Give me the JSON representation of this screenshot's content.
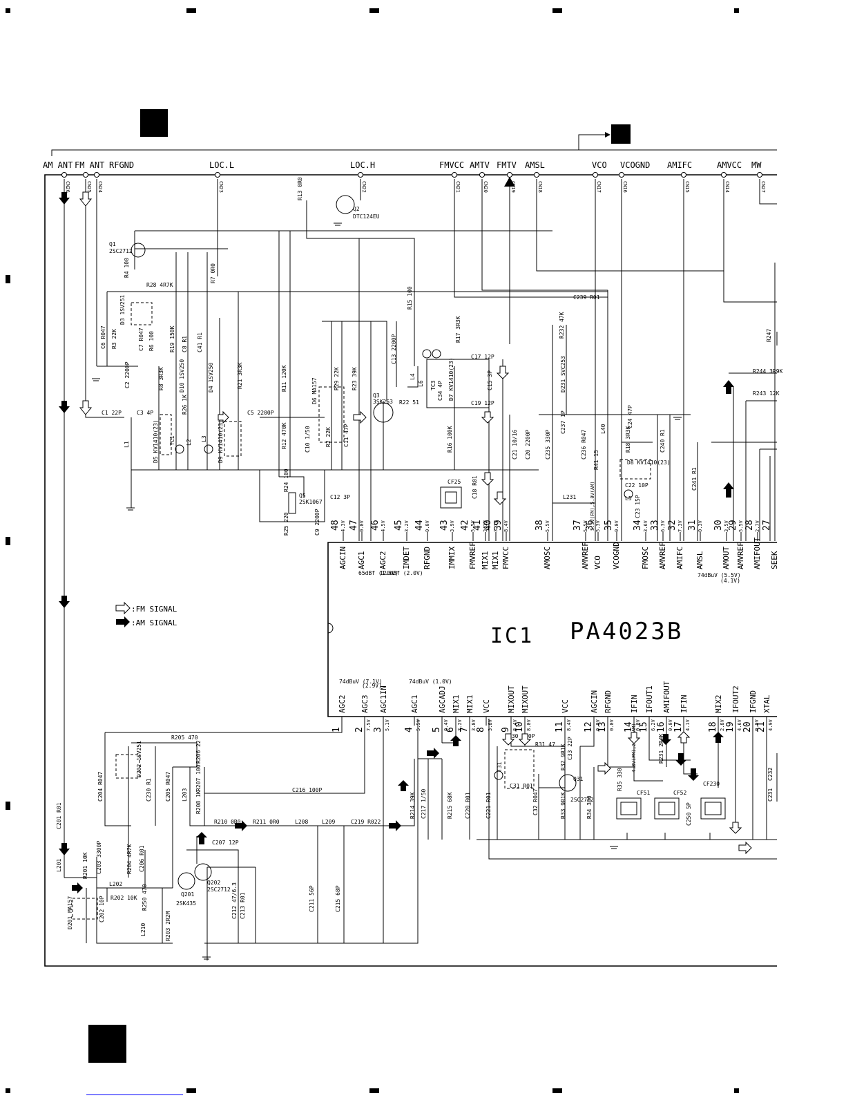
{
  "colors": {
    "ink": "#000000",
    "paper": "#ffffff"
  },
  "ic": {
    "ref": "IC1",
    "part": "PA4023B"
  },
  "legend": {
    "fm": ":FM SIGNAL",
    "am": ":AM SIGNAL"
  },
  "connectors": [
    {
      "label": "AM ANT",
      "ref": "CN26"
    },
    {
      "label": "FM ANT",
      "ref": "CN25"
    },
    {
      "label": "RFGND",
      "ref": "CN24"
    },
    {
      "label": "LOC.L",
      "ref": "CN23"
    },
    {
      "label": "LOC.H",
      "ref": "CN22"
    },
    {
      "label": "FMVCC",
      "ref": "CN21"
    },
    {
      "label": "AMTV",
      "ref": "CN20"
    },
    {
      "label": "FMTV",
      "ref": "CN19"
    },
    {
      "label": "AMSL",
      "ref": "CN18"
    },
    {
      "label": "VCO",
      "ref": "CN17"
    },
    {
      "label": "VCOGND",
      "ref": "CN16"
    },
    {
      "label": "AMIFC",
      "ref": "CN15"
    },
    {
      "label": "AMVCC",
      "ref": "CN14"
    },
    {
      "label": "MW",
      "ref": "CN27"
    }
  ],
  "top_pins": [
    {
      "n": "48",
      "name": "AGCIN",
      "v": "4.3V"
    },
    {
      "n": "47",
      "name": "AGC1",
      "v": "0.0V"
    },
    {
      "n": "46",
      "name": "AGC2",
      "v": "4.5V"
    },
    {
      "n": "45",
      "name": "IMDET",
      "v": "3.2V"
    },
    {
      "n": "44",
      "name": "RFGND",
      "v": "0.0V"
    },
    {
      "n": "43",
      "name": "IMMIX",
      "v": "3.9V"
    },
    {
      "n": "42",
      "name": "FMVREF",
      "v": "5.5V"
    },
    {
      "n": "41",
      "name": "MIX1",
      "v": "3.1V"
    },
    {
      "n": "40",
      "name": "MIX1",
      "v": "3.1V"
    },
    {
      "n": "39",
      "name": "FMVCC",
      "v": "8.4V"
    },
    {
      "n": "38",
      "name": "AMOSC",
      "v": "5.5V"
    },
    {
      "n": "37",
      "name": "AMVREF",
      "v": "5.5V"
    },
    {
      "n": "36",
      "name": "VCO",
      "v": "5.3V"
    },
    {
      "n": "35",
      "name": "VCOGND",
      "v": "0.0V"
    },
    {
      "n": "34",
      "name": "FMOSC",
      "v": "3.6V"
    },
    {
      "n": "33",
      "name": "AMVREF",
      "v": "6.3V"
    },
    {
      "n": "32",
      "name": "AMIFC",
      "v": "7.3V"
    },
    {
      "n": "31",
      "name": "AMSL",
      "v": "0.3V"
    },
    {
      "n": "30",
      "name": "AMOUT",
      "v": "3.5V"
    },
    {
      "n": "29",
      "name": "AMVREF",
      "v": "5.5V"
    },
    {
      "n": "28",
      "name": "AMIFOUT",
      "v": "2.7V"
    },
    {
      "n": "27",
      "name": "SEEK",
      "v": ""
    }
  ],
  "bottom_pins": [
    {
      "n": "1",
      "name": "AGC2",
      "v": ""
    },
    {
      "n": "2",
      "name": "AGC3",
      "v": "7.5V"
    },
    {
      "n": "3",
      "name": "AGC1IN",
      "v": "5.1V"
    },
    {
      "n": "4",
      "name": "AGC1",
      "v": "5.5V"
    },
    {
      "n": "5",
      "name": "AGCADJ",
      "v": "0.4V"
    },
    {
      "n": "6",
      "name": "MIX1",
      "v": "3.2V"
    },
    {
      "n": "7",
      "name": "MIX1",
      "v": "3.8V"
    },
    {
      "n": "8",
      "name": "VCC",
      "v": "3.8V"
    },
    {
      "n": "9",
      "name": "MIXOUT",
      "v": "8.4V"
    },
    {
      "n": "10",
      "name": "MIXOUT",
      "v": "8.0V"
    },
    {
      "n": "11",
      "name": "VCC",
      "v": "8.4V"
    },
    {
      "n": "12",
      "name": "AGCIN",
      "v": "0.0V"
    },
    {
      "n": "13",
      "name": "RFGND",
      "v": "0.0V"
    },
    {
      "n": "14",
      "name": "IFIN",
      "v": "0.0V"
    },
    {
      "n": "15",
      "name": "IFOUT1",
      "v": "6.2V"
    },
    {
      "n": "16",
      "name": "AMIFOUT",
      "v": "0.0V"
    },
    {
      "n": "17",
      "name": "IFIN",
      "v": "4.1V"
    },
    {
      "n": "18",
      "name": "MIX2",
      "v": "2.8V"
    },
    {
      "n": "19",
      "name": "IFOUT2",
      "v": "4.6V"
    },
    {
      "n": "20",
      "name": "IFGND",
      "v": "0.0V"
    },
    {
      "n": "21",
      "name": "XTAL",
      "v": "4.9V"
    }
  ],
  "pin_notes": {
    "agc1_top": "65dBf\n(1.3V)",
    "agc2_top": "120dBf\n(2.0V)",
    "amout": "74dBuV\n(5.5V)",
    "amvref": "(4.1V)",
    "vco_fm_am": "5.3V(FM),5.0V(AM)",
    "agc2_bottom": "74dBuV\n(7.1V)",
    "agc3_bottom": "(2.9V)",
    "agc1_bottom": "74dBuV\n(1.0V)",
    "ifin_fm_am": "4.8V(FM),2.2V(AM)"
  },
  "components": {
    "q1": "Q1",
    "q1_part": "2SC2712",
    "q2": "Q2",
    "q2_part": "DTC124EU",
    "q3": "Q3",
    "q3_part": "3SK263",
    "q5": "Q5",
    "q5_part": "2SK1067",
    "q31": "Q31",
    "q31_part": "2SC2712",
    "q201": "Q201",
    "q201_part": "2SK435",
    "q202": "Q202",
    "q202_part": "2SC2712",
    "r13": "R13 0R0",
    "r4": "R4 100",
    "r28": "R28 4R7K",
    "r7": "R7 0R0",
    "r15": "R15 100",
    "r17": "R17 3R3K",
    "r232": "R232 47K",
    "c239": "C239 R01",
    "r247": "R247",
    "r244": "R244 3R9K",
    "r243": "R243 12K",
    "d3": "D3 1SV251",
    "c6": "C6 R047",
    "r3": "R3 22K",
    "c7": "C7 R047",
    "r6": "R6 100",
    "r19": "R19 150K",
    "c8": "C8 R1",
    "c41": "C41 R1",
    "r8": "R8 3R3K",
    "d10": "D10 1SV250",
    "d4": "D4 1SV250",
    "r21": "R21 3R3K",
    "c2": "C2 2200P",
    "r26": "R26 1K",
    "r11": "R11 120K",
    "d6": "D6 MA157",
    "r29": "R29 22K",
    "r23": "R23 39K",
    "c13": "C13 2200P",
    "c17": "C17 12P",
    "c15": "C15 3P",
    "c19": "C19 12P",
    "c34": "C34 4P",
    "tc3": "TC3",
    "d7": "D7 KV1410(23)",
    "l6": "L6",
    "l4": "L4",
    "c1": "C1 22P",
    "c3": "C3 4P",
    "c5": "C5 2200P",
    "r22": "R22 51",
    "r12": "R12 470K",
    "c10": "C10 1/50",
    "r2": "R2 22K",
    "c11": "C11 47P",
    "r16": "R16 100K",
    "c21": "C21 10/16",
    "c20": "C20 2200P",
    "c235": "C235 330P",
    "c237": "C237 1P",
    "l40": "L40",
    "c24": "C24 47P",
    "r18": "R18 3R3K",
    "c240": "C240 R1",
    "c236": "C236 R047",
    "r41": "R41 15",
    "d8": "D8 KV1410(23)",
    "c22": "C22 10P",
    "c23": "C23 15P",
    "l5": "L5",
    "c241": "C241 R1",
    "l231": "L231",
    "d231": "D231 SVC253",
    "l1": "L1",
    "d5": "D5 KV1410(23)",
    "tc1": "TC1",
    "l2": "L2",
    "l3": "L3",
    "d9": "D9 KV1410(23)",
    "r24": "R24 100",
    "r25": "R25 220",
    "c9": "C9 2200P",
    "c12": "C12 3P",
    "cf25": "CF25",
    "c18": "C18 R01",
    "r205": "R205 470",
    "d202": "D202 1SV251",
    "c204": "C204 R047",
    "c230": "C230 R1",
    "c205": "C205 R047",
    "l203": "L203",
    "r206": "R206 22",
    "r207": "R207 100",
    "r208": "R208 1K",
    "c216": "C216 100P",
    "r210": "R210 0R0",
    "r211": "R211 0R0",
    "l208": "L208",
    "l209": "L209",
    "c219": "C219 R022",
    "c207": "C207 12P",
    "c201": "C201 R01",
    "l201": "L201",
    "r201": "R201 10K",
    "c203": "C203 3300P",
    "r204": "R204 4R7K",
    "c206": "C206 R01",
    "l202": "L202",
    "r202": "R202 10K",
    "r250": "R250 470",
    "r203": "R203 2R2M",
    "l210": "L210",
    "d201": "D201 MA157",
    "c202": "C202 10P",
    "c212": "C212 47/6.3",
    "c213": "C213 R01",
    "c211": "C211 56P",
    "c215": "C215 68P",
    "r214": "R214 39K",
    "c217": "C217 1/50",
    "r215": "R215 68K",
    "c220": "C220 R01",
    "c221": "C221 R01",
    "c30": "C30 200P",
    "r31": "R31 47",
    "t31": "T31",
    "c31": "C31 R01",
    "c32": "C32 R047",
    "r32": "R32 9R1K",
    "r33": "R33 9R1K",
    "r34": "R34 330",
    "c33": "C33 22P",
    "r35": "R35 330",
    "cf51": "CF51",
    "r231": "R231 2R4K",
    "cf52": "CF52",
    "c250": "C250 5P",
    "cf230": "CF230",
    "c232": "C232",
    "c231": "C231"
  }
}
